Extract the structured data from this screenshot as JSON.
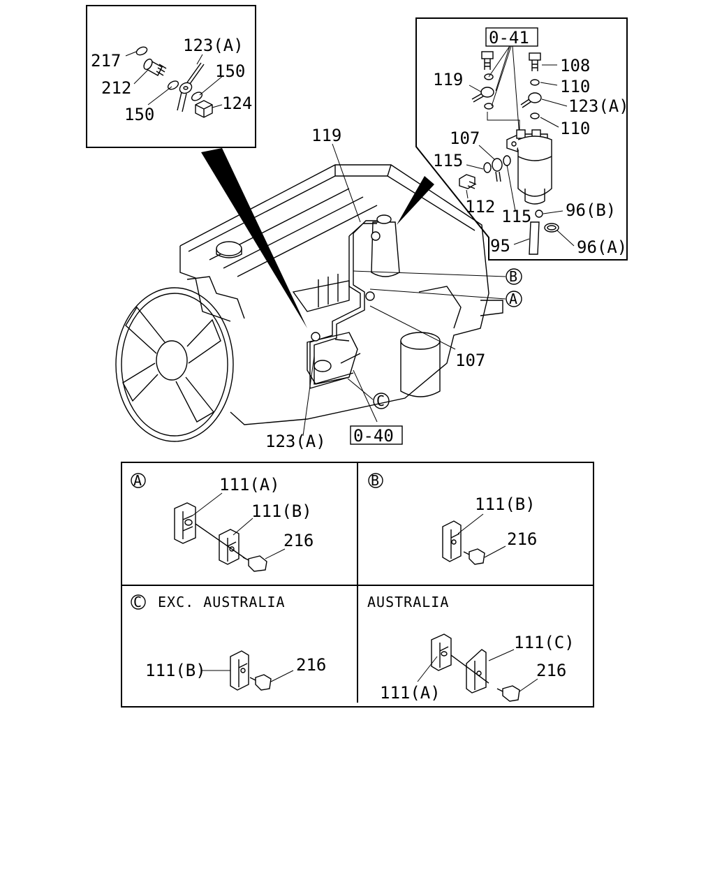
{
  "callouts": {
    "c217": "217",
    "c212": "212",
    "c123a_inset": "123(A)",
    "c150_top": "150",
    "c150_bottom": "150",
    "c124": "124",
    "c119_main": "119",
    "c123a_main": "123(A)",
    "c107_main": "107",
    "ref_040": "0-40",
    "ref_041": "0-41",
    "c108": "108",
    "c110_top": "110",
    "c123a_right": "123(A)",
    "c110_bottom": "110",
    "c119_right": "119",
    "c107_right": "107",
    "c115_left": "115",
    "c112": "112",
    "c115_right": "115",
    "c96b": "96(B)",
    "c95": "95",
    "c96a": "96(A)"
  },
  "markers": {
    "a": "A",
    "b": "B",
    "c": "C"
  },
  "detail_a": {
    "marker": "A",
    "c111a": "111(A)",
    "c111b": "111(B)",
    "c216": "216"
  },
  "detail_b": {
    "marker": "B",
    "c111b": "111(B)",
    "c216": "216"
  },
  "detail_c": {
    "marker": "C",
    "title": "EXC. AUSTRALIA",
    "c111b": "111(B)",
    "c216": "216"
  },
  "detail_aus": {
    "title": "AUSTRALIA",
    "c111c": "111(C)",
    "c216": "216",
    "c111a": "111(A)"
  }
}
